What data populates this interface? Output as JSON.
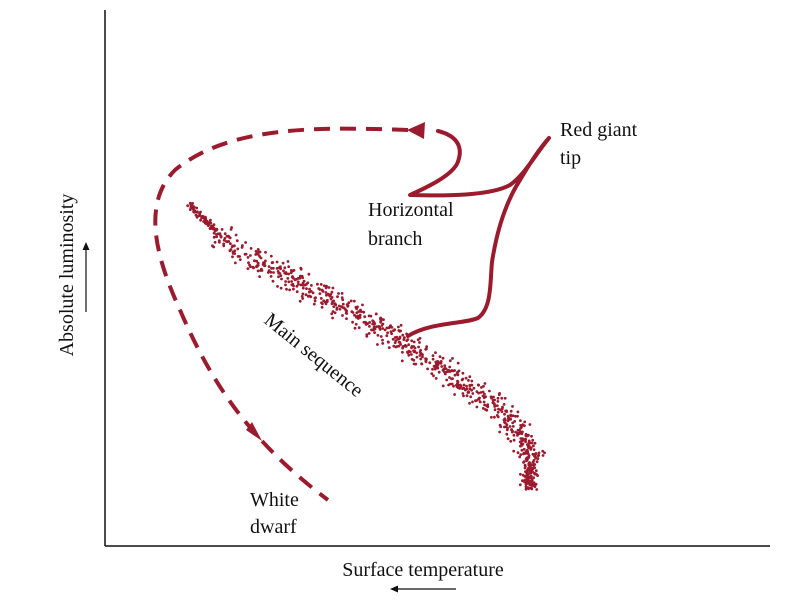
{
  "colors": {
    "track": "#9b1b2e",
    "axis": "#111111",
    "text": "#111111"
  },
  "axes": {
    "x_label": "Surface temperature",
    "y_label": "Absolute luminosity"
  },
  "labels": {
    "red_giant_tip_line1": "Red giant",
    "red_giant_tip_line2": "tip",
    "horizontal_branch_line1": "Horizontal",
    "horizontal_branch_line2": "branch",
    "main_sequence": "Main sequence",
    "white_dwarf_line1": "White",
    "white_dwarf_line2": "dwarf"
  }
}
